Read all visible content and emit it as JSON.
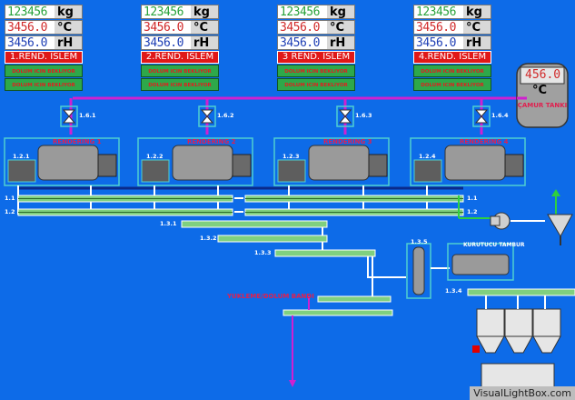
{
  "panels": [
    {
      "weight": "123456",
      "weight_unit": "kg",
      "temp": "3456.0",
      "temp_unit": "°C",
      "hum": "3456.0",
      "hum_unit": "rH",
      "title": "1.REND. ISLEM",
      "status1": "DOLUM ICIN BEKLIYOR",
      "status2": "DOLUM ICIN BEKLIYOR"
    },
    {
      "weight": "123456",
      "weight_unit": "kg",
      "temp": "3456.0",
      "temp_unit": "°C",
      "hum": "3456.0",
      "hum_unit": "rH",
      "title": "2.REND. ISLEM",
      "status1": "DOLUM ICIN BEKLIYOR",
      "status2": "DOLUM ICIN BEKLIYOR"
    },
    {
      "weight": "123456",
      "weight_unit": "kg",
      "temp": "3456.0",
      "temp_unit": "°C",
      "hum": "3456.0",
      "hum_unit": "rH",
      "title": "3 REND. ISLEM",
      "status1": "DOLUM ICIN BEKLIYOR",
      "status2": "DOLUM ICIN BEKLIYOR"
    },
    {
      "weight": "123456",
      "weight_unit": "kg",
      "temp": "3456.0",
      "temp_unit": "°C",
      "hum": "3456.0",
      "hum_unit": "rH",
      "title": "4.REND. ISLEM",
      "status1": "DOLUM ICIN BEKLIYOR",
      "status2": "DOLUM ICIN BEKLIYOR"
    }
  ],
  "tank": {
    "value": "456.0",
    "unit": "°C",
    "label": "ÇAMUR TANKI"
  },
  "valves": [
    "1.6.1",
    "1.6.2",
    "1.6.3",
    "1.6.4"
  ],
  "machines": [
    {
      "id": "1.2.1",
      "label": "RENDERING 1"
    },
    {
      "id": "1.2.2",
      "label": "RENDERING 2"
    },
    {
      "id": "1.2.3",
      "label": "RENDERING 3"
    },
    {
      "id": "1.2.4",
      "label": "RENDERING 4"
    }
  ],
  "conveyors": {
    "c11_left": "1.1",
    "c11_right": "1.1",
    "c12_left": "1.2",
    "c12_right": "1.2",
    "c131": "1.3.1",
    "c132": "1.3.2",
    "c133": "1.3.3",
    "c135": "1.3.5",
    "c134": "1.3.4"
  },
  "dryer_label": "KURUTUCU TAMBUR",
  "out_label": "YUKLEME/DOLUM BANDI",
  "watermark": "VisualLightBox.com"
}
